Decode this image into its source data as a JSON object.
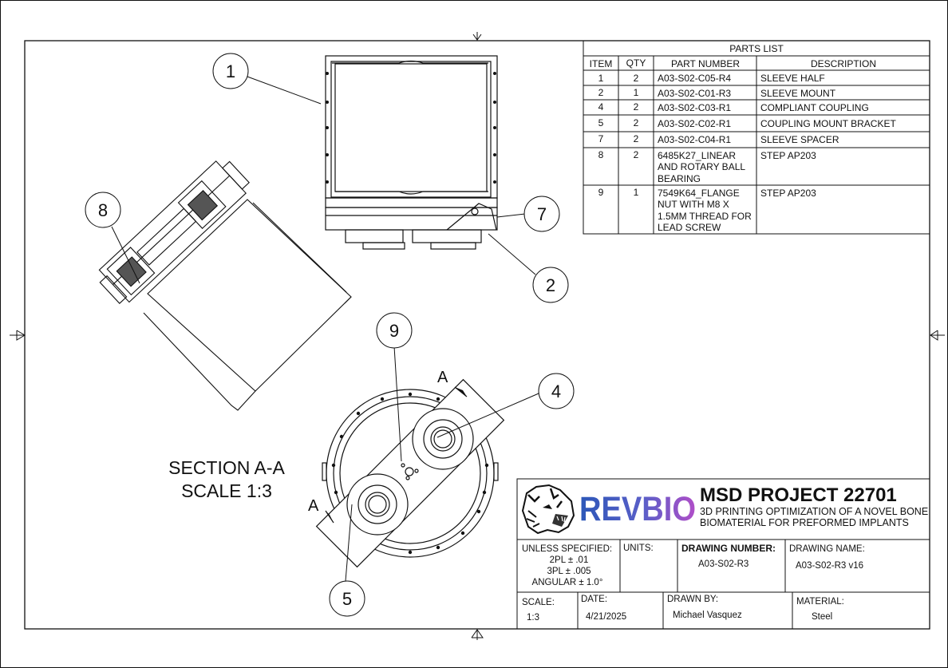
{
  "parts_list": {
    "title": "PARTS LIST",
    "headers": [
      "ITEM",
      "QTY",
      "PART NUMBER",
      "DESCRIPTION"
    ],
    "rows": [
      {
        "item": "1",
        "qty": "2",
        "part": [
          "A03-S02-C05-R4"
        ],
        "desc": "SLEEVE HALF"
      },
      {
        "item": "2",
        "qty": "1",
        "part": [
          "A03-S02-C01-R3"
        ],
        "desc": "SLEEVE MOUNT"
      },
      {
        "item": "4",
        "qty": "2",
        "part": [
          "A03-S02-C03-R1"
        ],
        "desc": "COMPLIANT COUPLING"
      },
      {
        "item": "5",
        "qty": "2",
        "part": [
          "A03-S02-C02-R1"
        ],
        "desc": "COUPLING MOUNT BRACKET"
      },
      {
        "item": "7",
        "qty": "2",
        "part": [
          "A03-S02-C04-R1"
        ],
        "desc": "SLEEVE SPACER"
      },
      {
        "item": "8",
        "qty": "2",
        "part": [
          "6485K27_LINEAR",
          "AND ROTARY BALL",
          "BEARING"
        ],
        "desc": "STEP AP203"
      },
      {
        "item": "9",
        "qty": "1",
        "part": [
          "7549K64_FLANGE",
          "NUT WITH M8 X",
          "1.5MM THREAD FOR",
          "LEAD SCREW"
        ],
        "desc": "STEP AP203"
      }
    ]
  },
  "balloons": [
    "1",
    "2",
    "4",
    "5",
    "7",
    "8",
    "9"
  ],
  "section_marker": "A",
  "section_label": {
    "line1": "SECTION A-A",
    "line2": "SCALE 1:3"
  },
  "title_block": {
    "logo_text": "REVBIO",
    "project": "MSD PROJECT 22701",
    "subtitle_line1": "3D PRINTING OPTIMIZATION OF A NOVEL BONE",
    "subtitle_line2": "BIOMATERIAL FOR PREFORMED IMPLANTS",
    "tolerance_label": "UNLESS SPECIFIED:",
    "tol_2pl": "2PL ± .01",
    "tol_3pl": "3PL ± .005",
    "tol_angular": "ANGULAR ± 1.0°",
    "units_label": "UNITS:",
    "drawing_number_label": "DRAWING NUMBER:",
    "drawing_number": "A03-S02-R3",
    "drawing_name_label": "DRAWING NAME:",
    "drawing_name": "A03-S02-R3 v16",
    "scale_label": "SCALE:",
    "scale": "1:3",
    "date_label": "DATE:",
    "date": "4/21/2025",
    "drawn_by_label": "DRAWN BY:",
    "drawn_by": "Michael Vasquez",
    "material_label": "MATERIAL:",
    "material": "Steel"
  },
  "colors": {
    "line": "#111111",
    "logo_blue": "#2c57b8",
    "logo_purple": "#a34ec6"
  }
}
